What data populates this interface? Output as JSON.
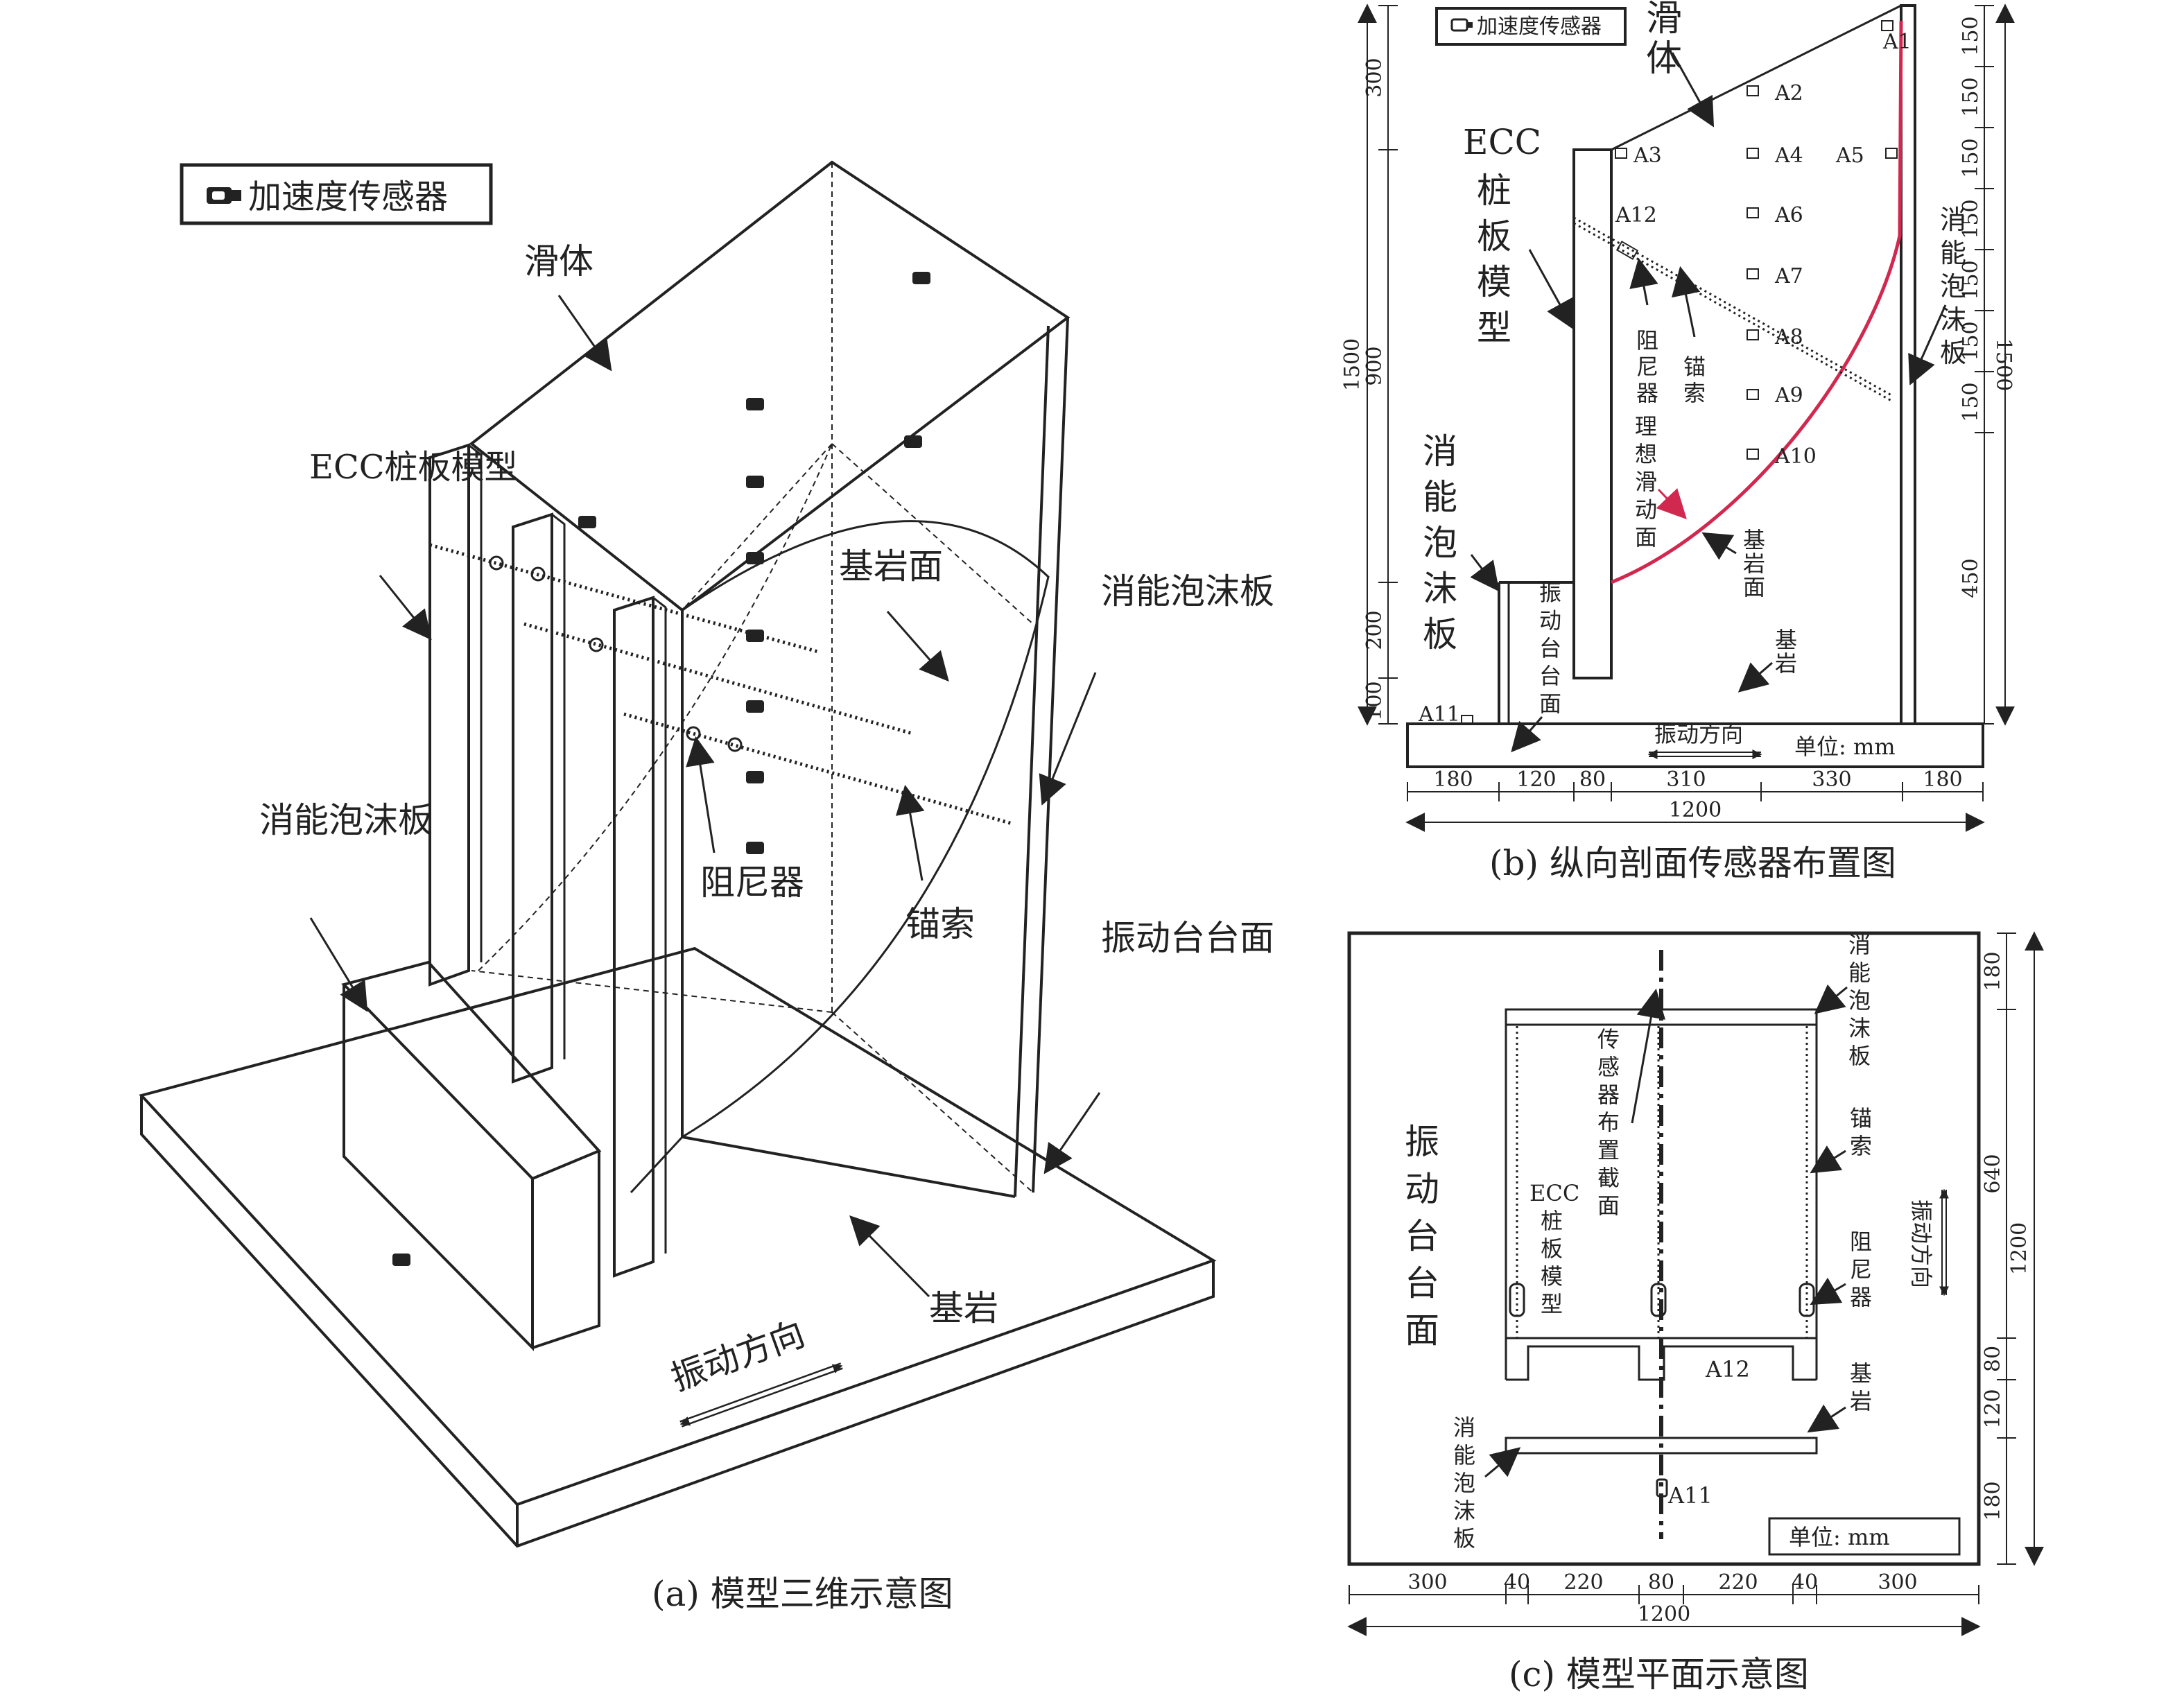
{
  "legend": {
    "sensor_label": "加速度传感器"
  },
  "panel_a": {
    "caption": "(a) 模型三维示意图",
    "sliding_body": "滑体",
    "ecc_model": "ECC桩板模型",
    "bedrock_face": "基岩面",
    "foam_right": "消能泡沫板",
    "foam_left": "消能泡沫板",
    "damper": "阻尼器",
    "anchor": "锚索",
    "shake_table": "振动台台面",
    "bedrock": "基岩",
    "direction": "振动方向"
  },
  "panel_b": {
    "caption": "(b) 纵向剖面传感器布置图",
    "sliding_body": "滑体",
    "ecc_model": "ECC桩板模型",
    "foam_left": "消能泡沫板",
    "foam_right": "消能泡沫板",
    "damper": "阻尼器",
    "anchor": "锚索",
    "ideal_surface": "理想滑动面",
    "bedrock_face": "基岩面",
    "bedrock": "基岩",
    "shake_table": "振动台台面",
    "direction": "振动方向",
    "unit": "单位: mm",
    "sensors": [
      "A1",
      "A2",
      "A3",
      "A4",
      "A5",
      "A6",
      "A7",
      "A8",
      "A9",
      "A10",
      "A11",
      "A12"
    ],
    "left_dims": [
      "300",
      "900",
      "200",
      "100"
    ],
    "left_total": "1500",
    "right_dims": [
      "150",
      "150",
      "150",
      "150",
      "150",
      "150",
      "150",
      "450"
    ],
    "right_total": "1500",
    "bottom_dims": [
      "180",
      "120",
      "80",
      "310",
      "330",
      "180"
    ],
    "bottom_total": "1200"
  },
  "panel_c": {
    "caption": "(c) 模型平面示意图",
    "shake_table": "振动台台面",
    "sensor_section": "传感器布置截面",
    "ecc_model": "ECC桩板模型",
    "foam_top": "消能泡沫板",
    "foam_bottom": "消能泡沫板",
    "anchor": "锚索",
    "damper": "阻尼器",
    "bedrock": "基岩",
    "direction": "振动方向",
    "unit": "单位: mm",
    "sensor_a12": "A12",
    "sensor_a11": "A11",
    "right_dims": [
      "180",
      "640",
      "80",
      "120",
      "180"
    ],
    "right_total": "1200",
    "bottom_dims": [
      "300",
      "40",
      "220",
      "80",
      "220",
      "40",
      "300"
    ],
    "bottom_total": "1200"
  }
}
